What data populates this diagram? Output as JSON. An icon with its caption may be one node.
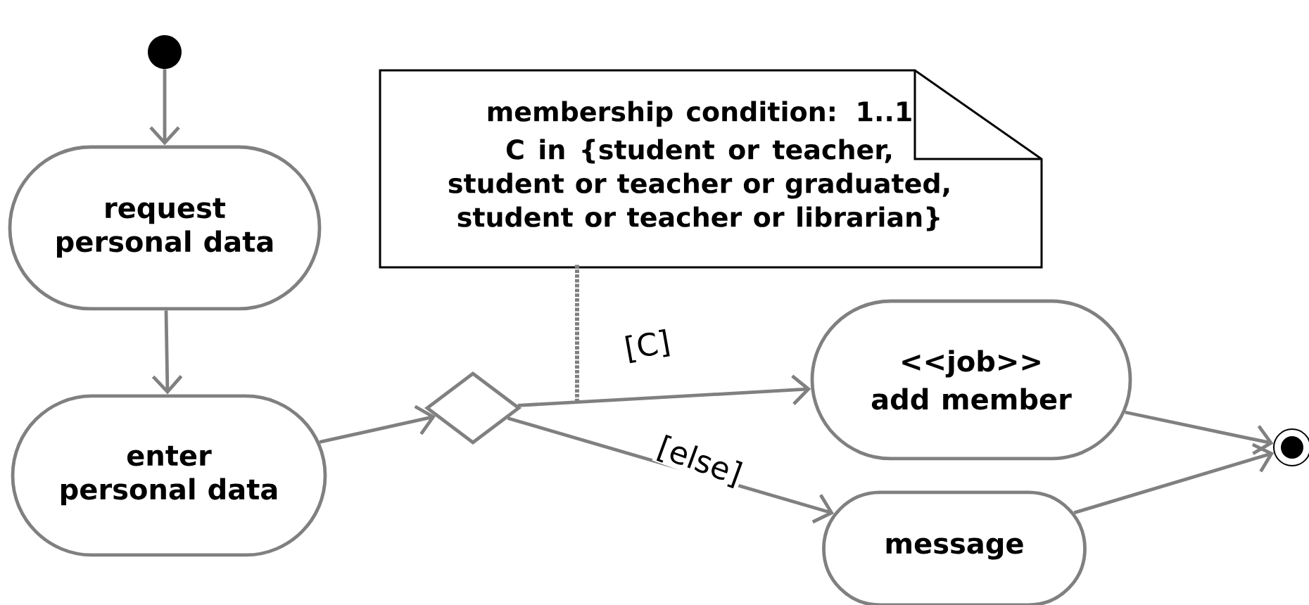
{
  "diagram": {
    "nodes": [
      {
        "text": [],
        "shape": "circle"
      },
      {
        "text": [
          "request personal data"
        ]
      },
      {
        "text": [
          "enter personal data"
        ]
      },
      {
        "text": [],
        "shape": "diamond"
      },
      {
        "text": [
          "membership condition: 1..1",
          "C in {student or teacher, student or teacher or graduated, student or teacher or librarian}"
        ]
      },
      {
        "text": [
          "<<job>>",
          "add member"
        ]
      },
      {
        "text": [
          "message"
        ]
      },
      {
        "text": [],
        "shape": "bullseye"
      }
    ],
    "edges": [
      {
        "from": 0,
        "to": 1,
        "arrow": "to"
      },
      {
        "from": 1,
        "to": 2,
        "arrow": "to"
      },
      {
        "from": 2,
        "to": 3,
        "arrow": "to"
      },
      {
        "from": 3,
        "to": 5,
        "arrow": "to",
        "label": "[C]"
      },
      {
        "from": 3,
        "to": 6,
        "arrow": "to",
        "label": "[else]"
      },
      {
        "from": 5,
        "to": 7,
        "arrow": "to"
      },
      {
        "from": 6,
        "to": 7,
        "arrow": "to"
      },
      {
        "from": 4,
        "to": null,
        "arrow": "none",
        "style": "dashed"
      }
    ]
  }
}
